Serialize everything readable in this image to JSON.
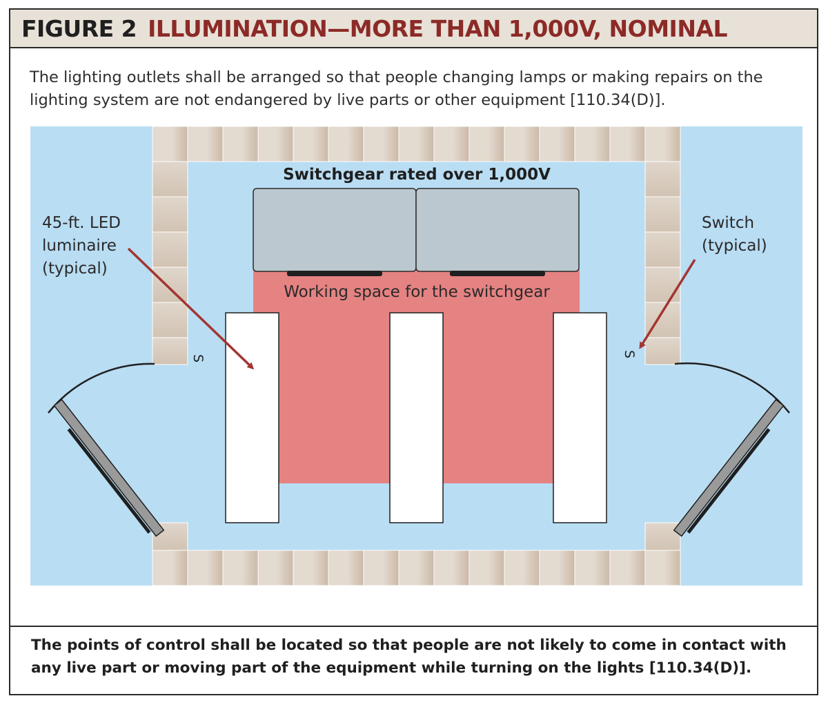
{
  "figure": {
    "label": "FIGURE 2",
    "title": "ILLUMINATION—MORE THAN 1,000V, NOMINAL"
  },
  "intro_text": "The lighting outlets shall be arranged so that people changing lamps or making repairs on the lighting system are not endangered by live parts or other equipment [110.34(D)].",
  "diagram": {
    "switchgear_label": "Switchgear rated over 1,000V",
    "working_space_label": "Working space for the switchgear",
    "luminaire_callout": [
      "45-ft. LED",
      "luminaire",
      "(typical)"
    ],
    "switch_callout": [
      "Switch",
      "(typical)"
    ],
    "switch_symbol": "S",
    "colors": {
      "floor": "#b9ddf3",
      "working_space": "#e58282",
      "switchgear": "#bcc8d0",
      "arrow": "#a23531",
      "wall_block_light": "#e3dad0",
      "wall_block_dark": "#cfbfae"
    }
  },
  "footer_text": "The points of control shall be located so that people are not likely to come in contact with any live part or moving part of the equipment while turning on the lights [110.34(D)]."
}
